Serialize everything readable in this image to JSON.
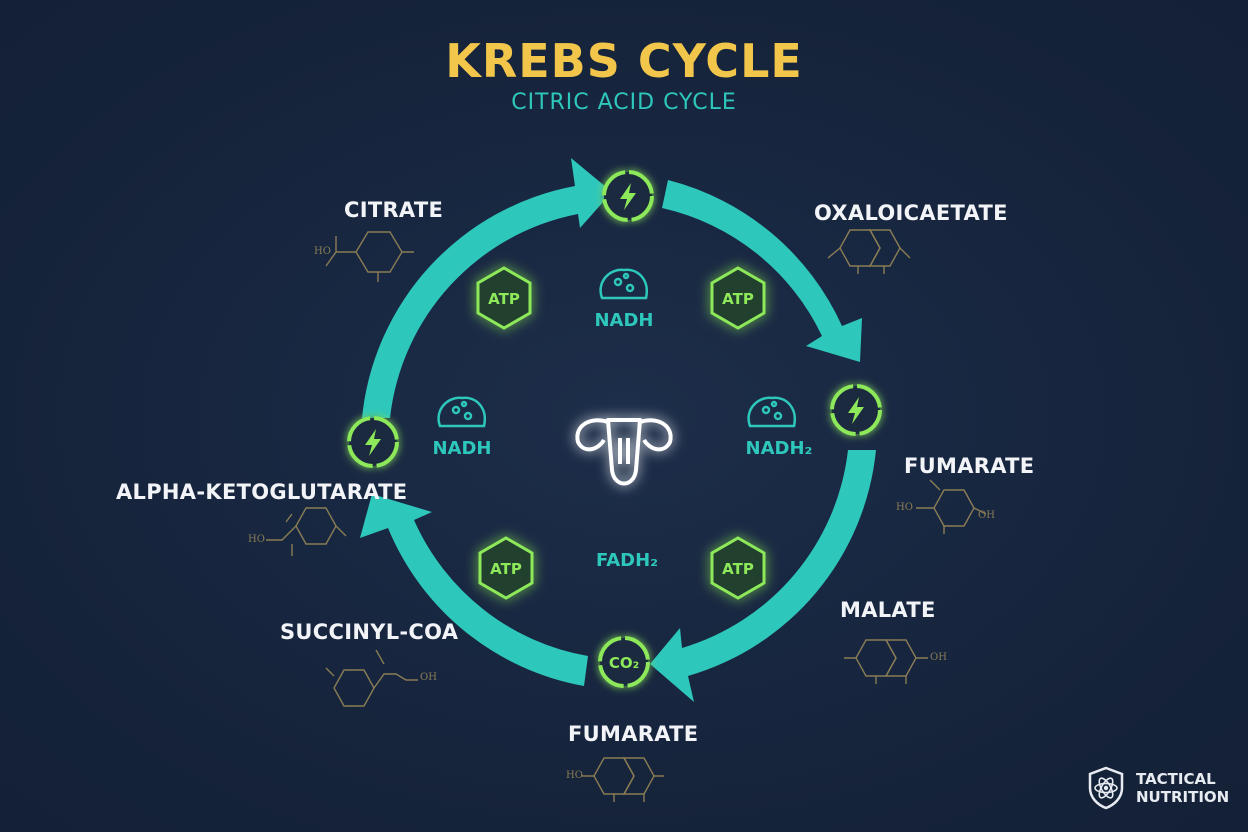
{
  "title": "KREBS CYCLE",
  "subtitle": "CITRIC ACID CYCLE",
  "molecules": {
    "citrate": "CITRATE",
    "oxaloacetate": "OXALOICAETATE",
    "fumarate_right": "FUMARATE",
    "malate": "MALATE",
    "fumarate_bottom": "FUMARATE",
    "succinyl_coa": "SUCCINYL-COA",
    "alpha_ketoglutarate": "ALPHA-KETOGLUTARATE"
  },
  "carriers": {
    "nadh_top": "NADH",
    "nadh_left": "NADH",
    "nadh2_right": "NADH₂",
    "fadh2": "FADH₂"
  },
  "atp_label": "ATP",
  "co2_label": "CO₂",
  "structure_labels": {
    "citrate_ho": "HO",
    "fumarate_ho": "HO",
    "fumarate_oh": "OH",
    "malate_oh": "OH",
    "succinyl_oh": "OH",
    "bottom_ho": "HO",
    "alpha_side": "HO"
  },
  "brand": {
    "line1": "TACTICAL",
    "line2": "NUTRITION"
  },
  "colors": {
    "background": "#16243c",
    "title": "#f2c64b",
    "accent_teal": "#2ec7bb",
    "accent_green": "#8de85a",
    "text": "#f2f4f7"
  },
  "icons": {
    "energy_nodes": "lightning-bolt-icon",
    "center": "mitochondria-icon",
    "carrier": "molecule-blob-icon",
    "brand": "atom-shield-icon"
  }
}
